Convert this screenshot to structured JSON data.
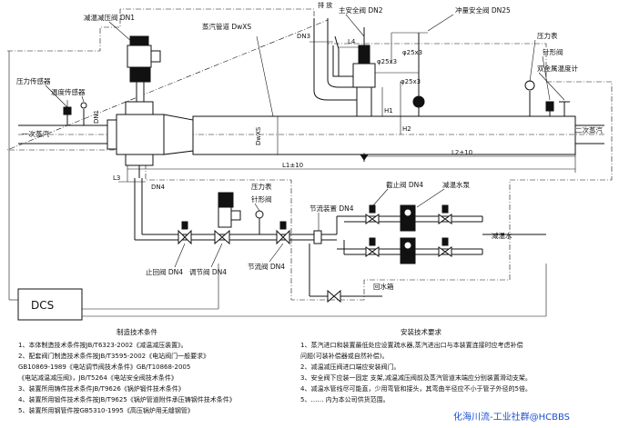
{
  "labels": {
    "dn1_valve": "减温减压阀 DN1",
    "steam_pipe": "蒸汽管道 DwXS",
    "main_safety_valve": "主安全阀 DN2",
    "rush_safety_valve": "冲量安全阀 DN25",
    "pressure_gauge_top": "压力表",
    "needle_valve_top": "针形阀",
    "bimetal_thermo": "双金属温度计",
    "pressure_sensor": "压力传感器",
    "temp_sensor": "温度传感器",
    "primary_steam": "一次蒸汽",
    "secondary_steam": "二次蒸汽",
    "shutoff_valve": "截止阀 DN4",
    "desup_pump": "减温水泵",
    "throttle_device": "节流装置 DN4",
    "pressure_gauge_mid": "压力表",
    "needle_valve_mid": "针形阀",
    "stop_check_valve": "止回阀 DN4",
    "regulating_valve": "调节阀 DN4",
    "throttle_valve": "节流阀 DN4",
    "desup_water": "减温水",
    "return_tank": "回水箱",
    "dcs": "DCS",
    "exhaust": "排\n放",
    "dn4_left": "DN4",
    "dwxs_vert": "DwXS",
    "dn1_vert": "DN1",
    "dn3": "DN3",
    "l4": "L4",
    "h1": "H1",
    "h2": "H2",
    "l2": "L2±10",
    "l1": "L1±10",
    "l3": "L3",
    "spec_a": "φ25x3",
    "spec_b": "φ25x3",
    "spec_c": "φ25x3"
  },
  "notes_left": {
    "title": "制造技术条件",
    "lines": [
      "1、本体制造技术条件按JB/T6323-2002《减温减压装置》。",
      "2、配套阀门制造技术条件按JB/T3595-2002《电站阀门一般要求》",
      "   GB10869-1989《电站调节阀技术条件》GB/T10868-2005",
      "   《电站减温减压阀》，JB/T5264《电站安全阀技术条件》",
      "3、装置所用铸件技术条件JB/T9626《锅炉锻件技术条件》",
      "4、装置所用锻件技术条件按JB/T9625《锅炉管道附件承压铸钢件技术条件》",
      "5、装置所用钢管件按GB5310-1995《高压锅炉用无缝钢管》"
    ]
  },
  "notes_right": {
    "title": "安装技术要求",
    "lines": [
      "1、蒸汽进口和装置最低处应设置疏水器,蒸汽进出口与本装置连接时应考虑补偿",
      "   问题(可装补偿器或自然补偿)。",
      "2、减温减压阀进口端应安装阀门。",
      "3、安全阀下应装一固定 支架,减温减压阀前及蒸汽管道末端应分别装置滑动支架。",
      "4、减温水管线尽可能直，少用弯管和接头，其弯曲半径应不小于管子外径的5倍。",
      "5、…… 内为本公司供货范围。"
    ]
  },
  "watermark": "化海川流-工业社群@HCBBS"
}
